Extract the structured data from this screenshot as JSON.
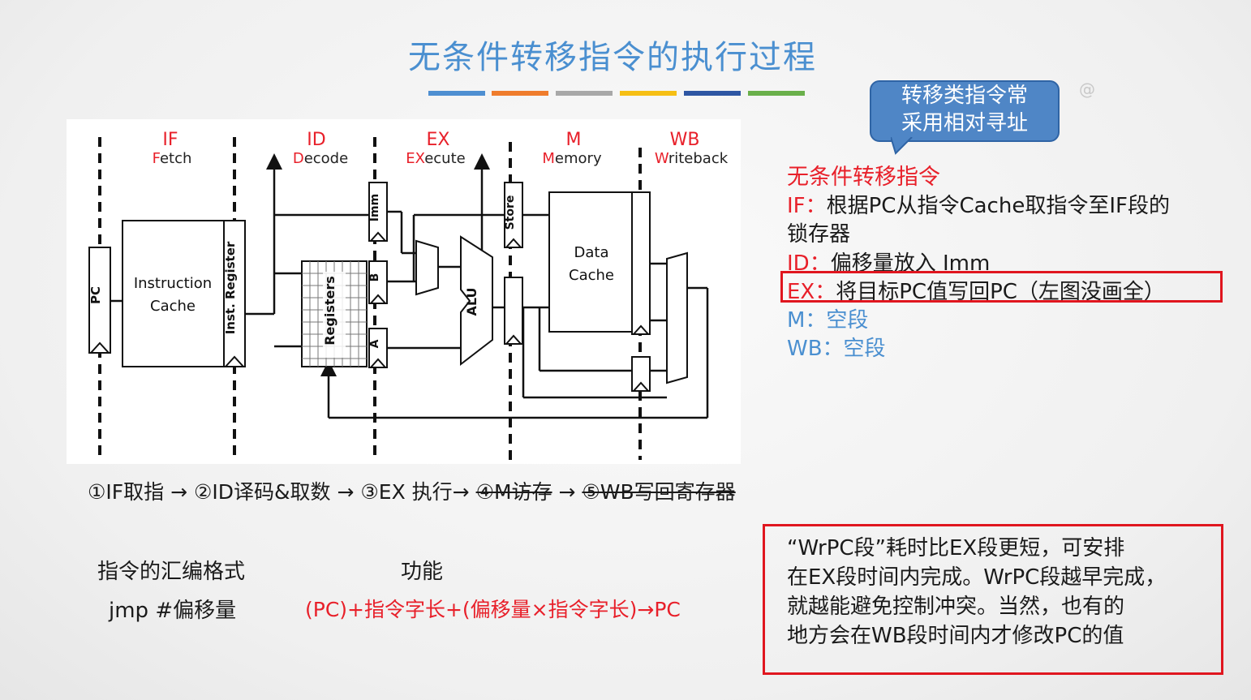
{
  "title": "无条件转移指令的执行过程",
  "color_bars": [
    "#4e8fd1",
    "#ef7c2c",
    "#a8a8a8",
    "#f6bf14",
    "#2e56a3",
    "#6ab04b"
  ],
  "bubble": {
    "line1": "转移类指令常",
    "line2": "采用相对寻址"
  },
  "diagram": {
    "stages": [
      {
        "abbr": "IF",
        "name_hl": "F",
        "name_rest": "etch"
      },
      {
        "abbr": "ID",
        "name_hl": "D",
        "name_rest": "ecode"
      },
      {
        "abbr": "EX",
        "name_hl": "EX",
        "name_rest": "ecute"
      },
      {
        "abbr": "M",
        "name_hl": "M",
        "name_rest": "emory"
      },
      {
        "abbr": "WB",
        "name_hl": "W",
        "name_rest": "riteback"
      }
    ],
    "pc": "PC",
    "icache_line1": "Instruction",
    "icache_line2": "Cache",
    "inst_reg": "Inst. Register",
    "registers": "Registers",
    "imm": "Imm",
    "b": "B",
    "a": "A",
    "alu": "ALU",
    "store": "Store",
    "dcache_line1": "Data",
    "dcache_line2": "Cache"
  },
  "steps": {
    "s1": "①IF取指 → ②ID译码&取数 → ③EX 执行→ ",
    "s2": "④M访存",
    "s3": " → ",
    "s4": "⑤WB写回寄存器"
  },
  "explanation": {
    "title": "无条件转移指令",
    "if_label": "IF：",
    "if_text": "根据PC从指令Cache取指令至IF段的",
    "if_text2": "锁存器",
    "id_label": "ID：",
    "id_text": "偏移量放入 Imm",
    "ex_label": "EX：",
    "ex_text": "将目标PC值写回PC（左图没画全）",
    "m_line": "M：空段",
    "wb_line": "WB：空段"
  },
  "format": {
    "col1_head": "指令的汇编格式",
    "col2_head": "功能",
    "instr": "jmp   #偏移量",
    "func": "(PC)+指令字长+(偏移量×指令字长)→PC"
  },
  "note": {
    "line1": "“WrPC段”耗时比EX段更短，可安排",
    "line2": "在EX段时间内完成。WrPC段越早完成，",
    "line3": "就越能避免控制冲突。当然，也有的",
    "line4": "地方会在WB段时间内才修改PC的值"
  },
  "colors": {
    "accent_blue": "#4a8fd0",
    "red": "#e8202a",
    "bubble": "#4f86c6"
  }
}
